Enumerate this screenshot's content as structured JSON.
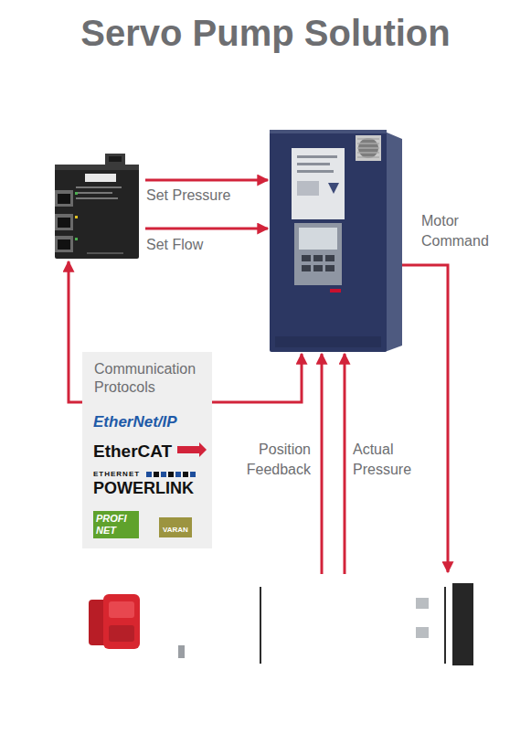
{
  "diagram": {
    "title": "Servo Pump Solution",
    "nodes": [
      {
        "text": []
      },
      {
        "text": []
      },
      {
        "text": [
          "Communication Protocols",
          "EtherNet/IP",
          "EtherCAT",
          "ETHERNET",
          "POWERLINK",
          "PROFI NET",
          "VARAN"
        ]
      },
      {
        "text": []
      }
    ],
    "edges": [
      {
        "from": 0,
        "to": 1,
        "arrow": "to",
        "label": "Set Pressure"
      },
      {
        "from": 0,
        "to": 1,
        "arrow": "to",
        "label": "Set Flow"
      },
      {
        "from": 1,
        "to": 3,
        "arrow": "to",
        "label": "Motor Command"
      },
      {
        "from": 3,
        "to": 1,
        "arrow": "to",
        "label": "Position Feedback"
      },
      {
        "from": 3,
        "to": 1,
        "arrow": "to",
        "label": "Actual Pressure"
      },
      {
        "from": 0,
        "to": 1,
        "arrow": "both"
      }
    ]
  }
}
